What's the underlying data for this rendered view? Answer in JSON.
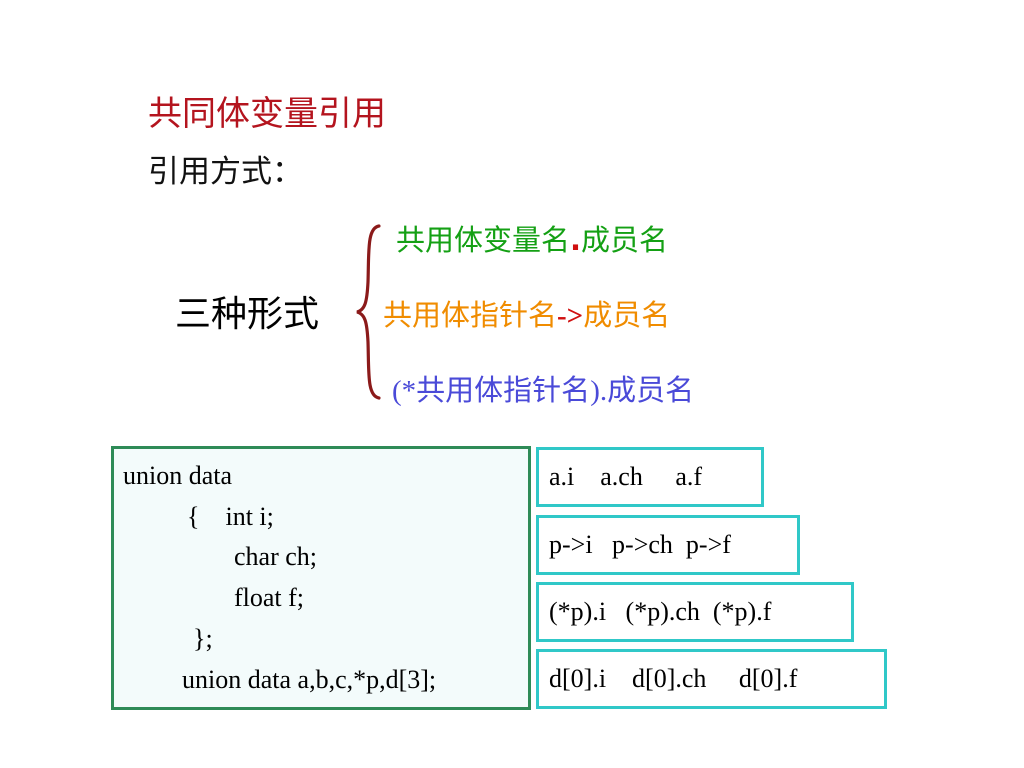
{
  "slide": {
    "title": "共同体变量引用",
    "subtitle": "引用方式：",
    "forms_label": "三种形式",
    "forms": [
      {
        "prefix": "共用体变量名",
        "operator": ".",
        "suffix": "成员名",
        "color": "#14a014",
        "operator_color": "#d01010"
      },
      {
        "prefix": "共用体指针名",
        "operator": "->",
        "suffix": "成员名",
        "color": "#f08c00",
        "operator_color": "#d01010"
      },
      {
        "prefix": "(*",
        "middle": "共用体指针名",
        "operator": ").",
        "suffix": "成员名",
        "color": "#4a4ad8"
      }
    ],
    "brace_color": "#8b1a1a"
  },
  "code": {
    "lines": [
      "union data",
      "{    int i;",
      "char ch;",
      "float f;",
      "};",
      "union data a,b,c,*p,d[3];"
    ],
    "border_color": "#2e8b57",
    "background": "#f3fbfb"
  },
  "access_examples": {
    "border_color": "#30c8c8",
    "rows": [
      "a.i    a.ch     a.f",
      "p->i   p->ch  p->f",
      "(*p).i   (*p).ch  (*p).f",
      "d[0].i    d[0].ch     d[0].f"
    ]
  }
}
